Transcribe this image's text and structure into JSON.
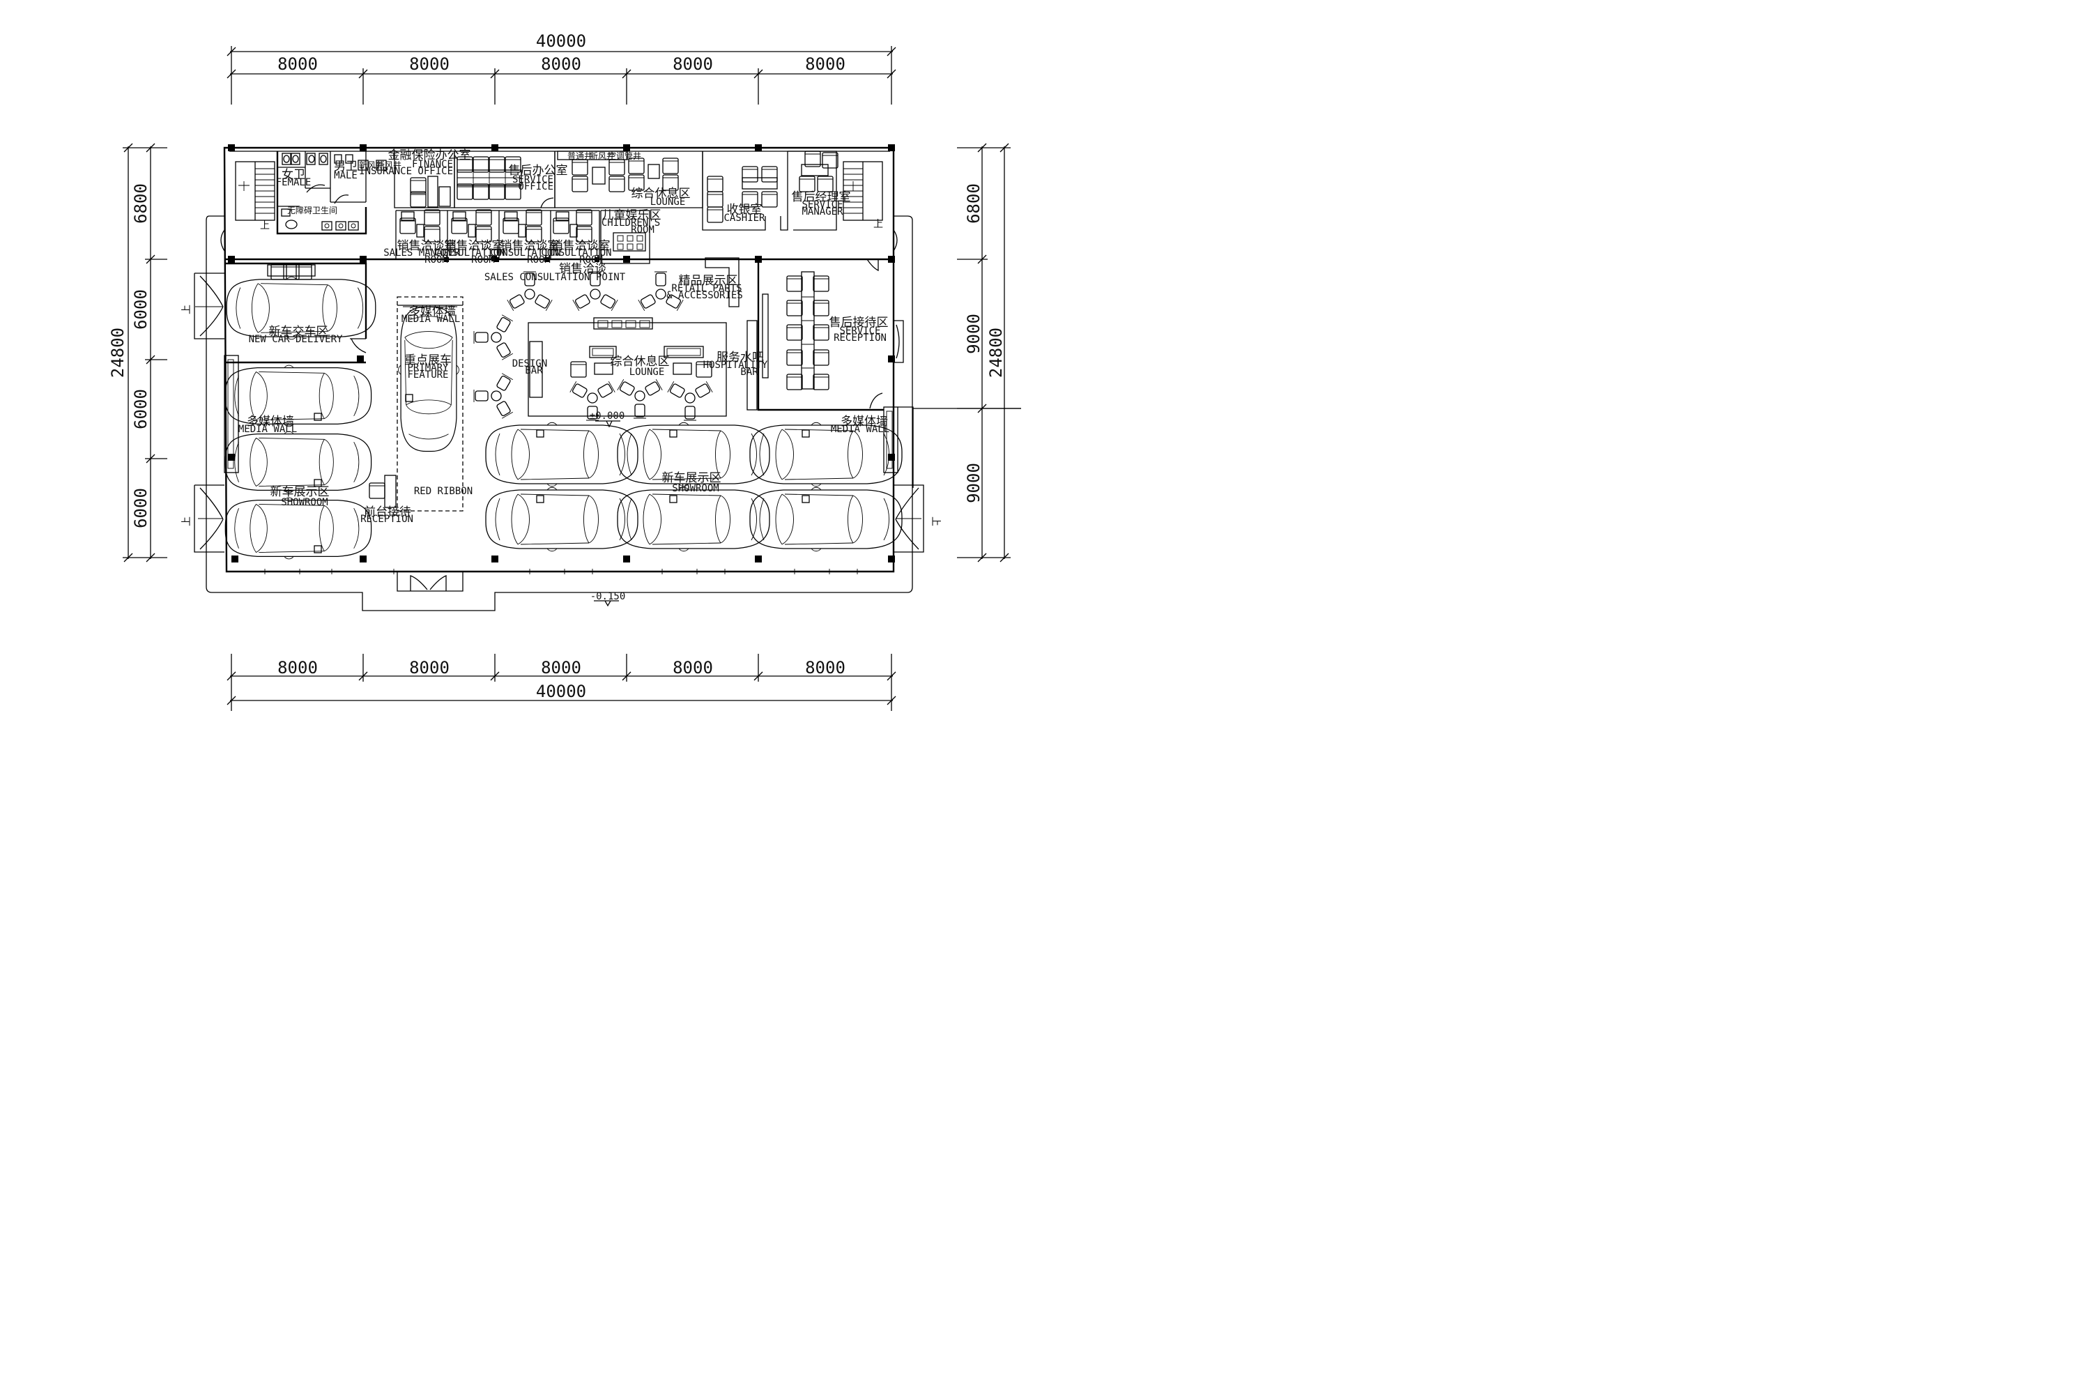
{
  "dimensions": {
    "top_total": "40000",
    "top_bays": [
      "8000",
      "8000",
      "8000",
      "8000",
      "8000"
    ],
    "bottom_total": "40000",
    "bottom_bays": [
      "8000",
      "8000",
      "8000",
      "8000",
      "8000"
    ],
    "left_total": "24800",
    "left_bays": [
      "6800",
      "6000",
      "6000",
      "6000"
    ],
    "right_total": "24800",
    "right_bays": [
      "6800",
      "9000",
      "9000"
    ]
  },
  "rooms": {
    "female_wc": {
      "zh": "女卫",
      "en": "FEMALE"
    },
    "male_wc": {
      "zh": "男卫",
      "en": "MALE"
    },
    "shaft_a": "新风井",
    "shaft_b": "新风井",
    "finance": {
      "zh": "金融保险办公室",
      "en1": "FINANCE",
      "en2": "INSURANCE OFFICE"
    },
    "service_office": {
      "zh": "售后办公室",
      "en1": "SERVICE",
      "en2": "OFFICE"
    },
    "shaft_c": "普通井",
    "shaft_d": "新风井",
    "shaft_e": "空调管井",
    "lounge_top": {
      "zh": "综合休息区",
      "en": "LOUNGE"
    },
    "cashier": {
      "zh": "收银室",
      "en": "CASHIER"
    },
    "service_manager": {
      "zh": "售后经理室",
      "en1": "SERVICE",
      "en2": "MANAGER"
    },
    "accessible_wc": "无障碍卫生间",
    "sales_manager": {
      "zh": "销售洽谈室",
      "en1": "SALES MANAGER",
      "en2": "ROOM"
    },
    "consult_1": {
      "zh": "销售洽谈室",
      "en1": "CONSULTATION",
      "en2": "ROOM"
    },
    "consult_2": {
      "zh": "销售洽谈室",
      "en1": "CONSULTATION",
      "en2": "ROOM"
    },
    "consult_3": {
      "zh": "销售洽谈室",
      "en1": "CONSULTATION",
      "en2": "ROOM"
    },
    "children": {
      "zh": "儿童娱乐区",
      "en1": "CHILDREN'S",
      "en2": "ROOM"
    },
    "sales_point": {
      "zh": "销售洽谈",
      "en": "SALES CONSULTATION POINT"
    },
    "retail": {
      "zh": "精品展示区",
      "en1": "RETAIL PARTS",
      "en2": "& ACCESSORIES"
    },
    "new_car_delivery": {
      "zh": "新车交车区",
      "en": "NEW CAR DELIVERY"
    },
    "media_wall_center": {
      "zh": "多媒体墙",
      "en": "MEDIA WALL"
    },
    "primary_feature": {
      "zh": "重点展车",
      "en1": "PRIMARY",
      "en2": "FEATURE"
    },
    "design_bar": {
      "en1": "DESIGN",
      "en2": "BAR"
    },
    "lounge_center": {
      "zh": "综合休息区",
      "en": "LOUNGE"
    },
    "hospitality": {
      "zh": "服务水吧",
      "en1": "HOSPITALITY",
      "en2": "BAR"
    },
    "service_reception": {
      "zh": "售后接待区",
      "en1": "SERVICE",
      "en2": "RECEPTION"
    },
    "media_wall_left": {
      "zh": "多媒体墙",
      "en": "MEDIA WALL"
    },
    "media_wall_right": {
      "zh": "多媒体墙",
      "en": "MEDIA WALL"
    },
    "showroom_left": {
      "zh": "新车展示区",
      "en": "SHOWROOM"
    },
    "showroom_main": {
      "zh": "新车展示区",
      "en": "SHOWROOM"
    },
    "red_ribbon": "RED RIBBON",
    "reception": {
      "zh": "前台接待",
      "en": "RECEPTION"
    }
  },
  "levels": {
    "floor": "±0.000",
    "exterior": "-0.150"
  },
  "stair_up": "上"
}
